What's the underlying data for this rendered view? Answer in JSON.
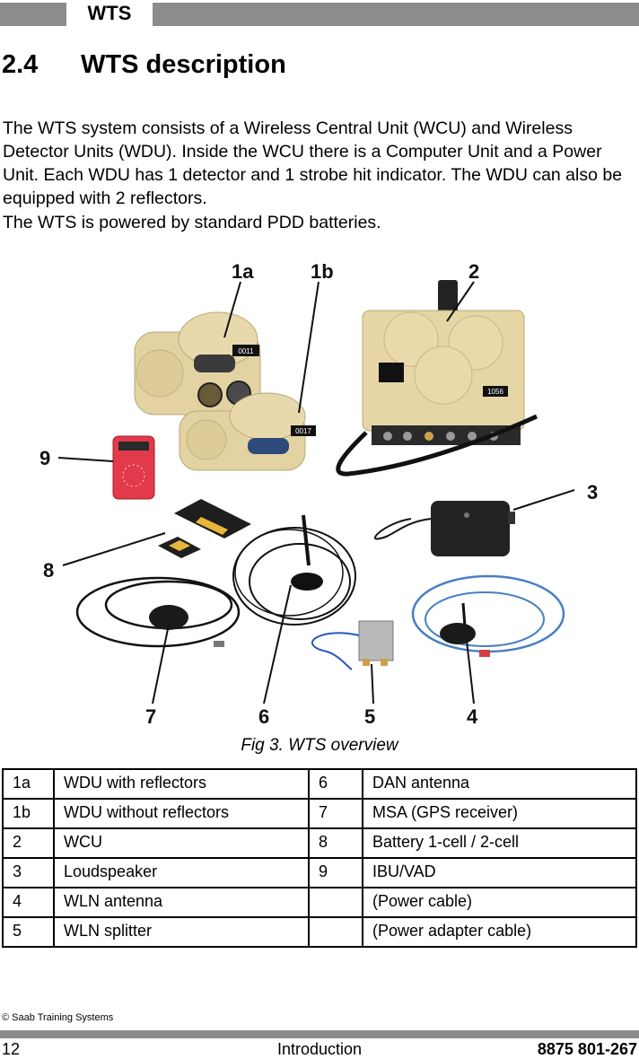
{
  "header": {
    "tag": "WTS"
  },
  "section": {
    "number": "2.4",
    "title": "WTS description"
  },
  "paragraphs": [
    "The WTS system consists of a Wireless Central Unit (WCU) and Wireless Detector Units (WDU). Inside the WCU there is a Computer Unit and a Power Unit. Each WDU has 1 detector and 1 strobe hit indicator. The WDU can also be equipped with 2 reflectors.",
    "The WTS is powered by standard PDD batteries."
  ],
  "figure": {
    "caption": "Fig 3.  WTS overview",
    "callouts": [
      "1a",
      "1b",
      "2",
      "3",
      "4",
      "5",
      "6",
      "7",
      "8",
      "9"
    ],
    "device_labels": [
      "0011",
      "0017",
      "1056"
    ],
    "colors": {
      "device_tan": "#e3d3a3",
      "ibu_red": "#e23a4a",
      "cable_dark": "#222222",
      "cable_blue": "#4a7fc0"
    }
  },
  "legend": {
    "rows": [
      {
        "id_a": "1a",
        "label_a": "WDU with reflectors",
        "id_b": "6",
        "label_b": "DAN antenna"
      },
      {
        "id_a": "1b",
        "label_a": "WDU without reflectors",
        "id_b": "7",
        "label_b": "MSA (GPS receiver)"
      },
      {
        "id_a": "2",
        "label_a": "WCU",
        "id_b": "8",
        "label_b": "Battery 1-cell / 2-cell"
      },
      {
        "id_a": "3",
        "label_a": "Loudspeaker",
        "id_b": "9",
        "label_b": "IBU/VAD"
      },
      {
        "id_a": "4",
        "label_a": "WLN antenna",
        "id_b": "",
        "label_b": "(Power cable)"
      },
      {
        "id_a": "5",
        "label_a": "WLN splitter",
        "id_b": "",
        "label_b": "(Power adapter cable)"
      }
    ]
  },
  "footer": {
    "copyright": "© Saab Training Systems",
    "page_number": "12",
    "chapter": "Introduction",
    "doc_number": "8875 801-267"
  }
}
